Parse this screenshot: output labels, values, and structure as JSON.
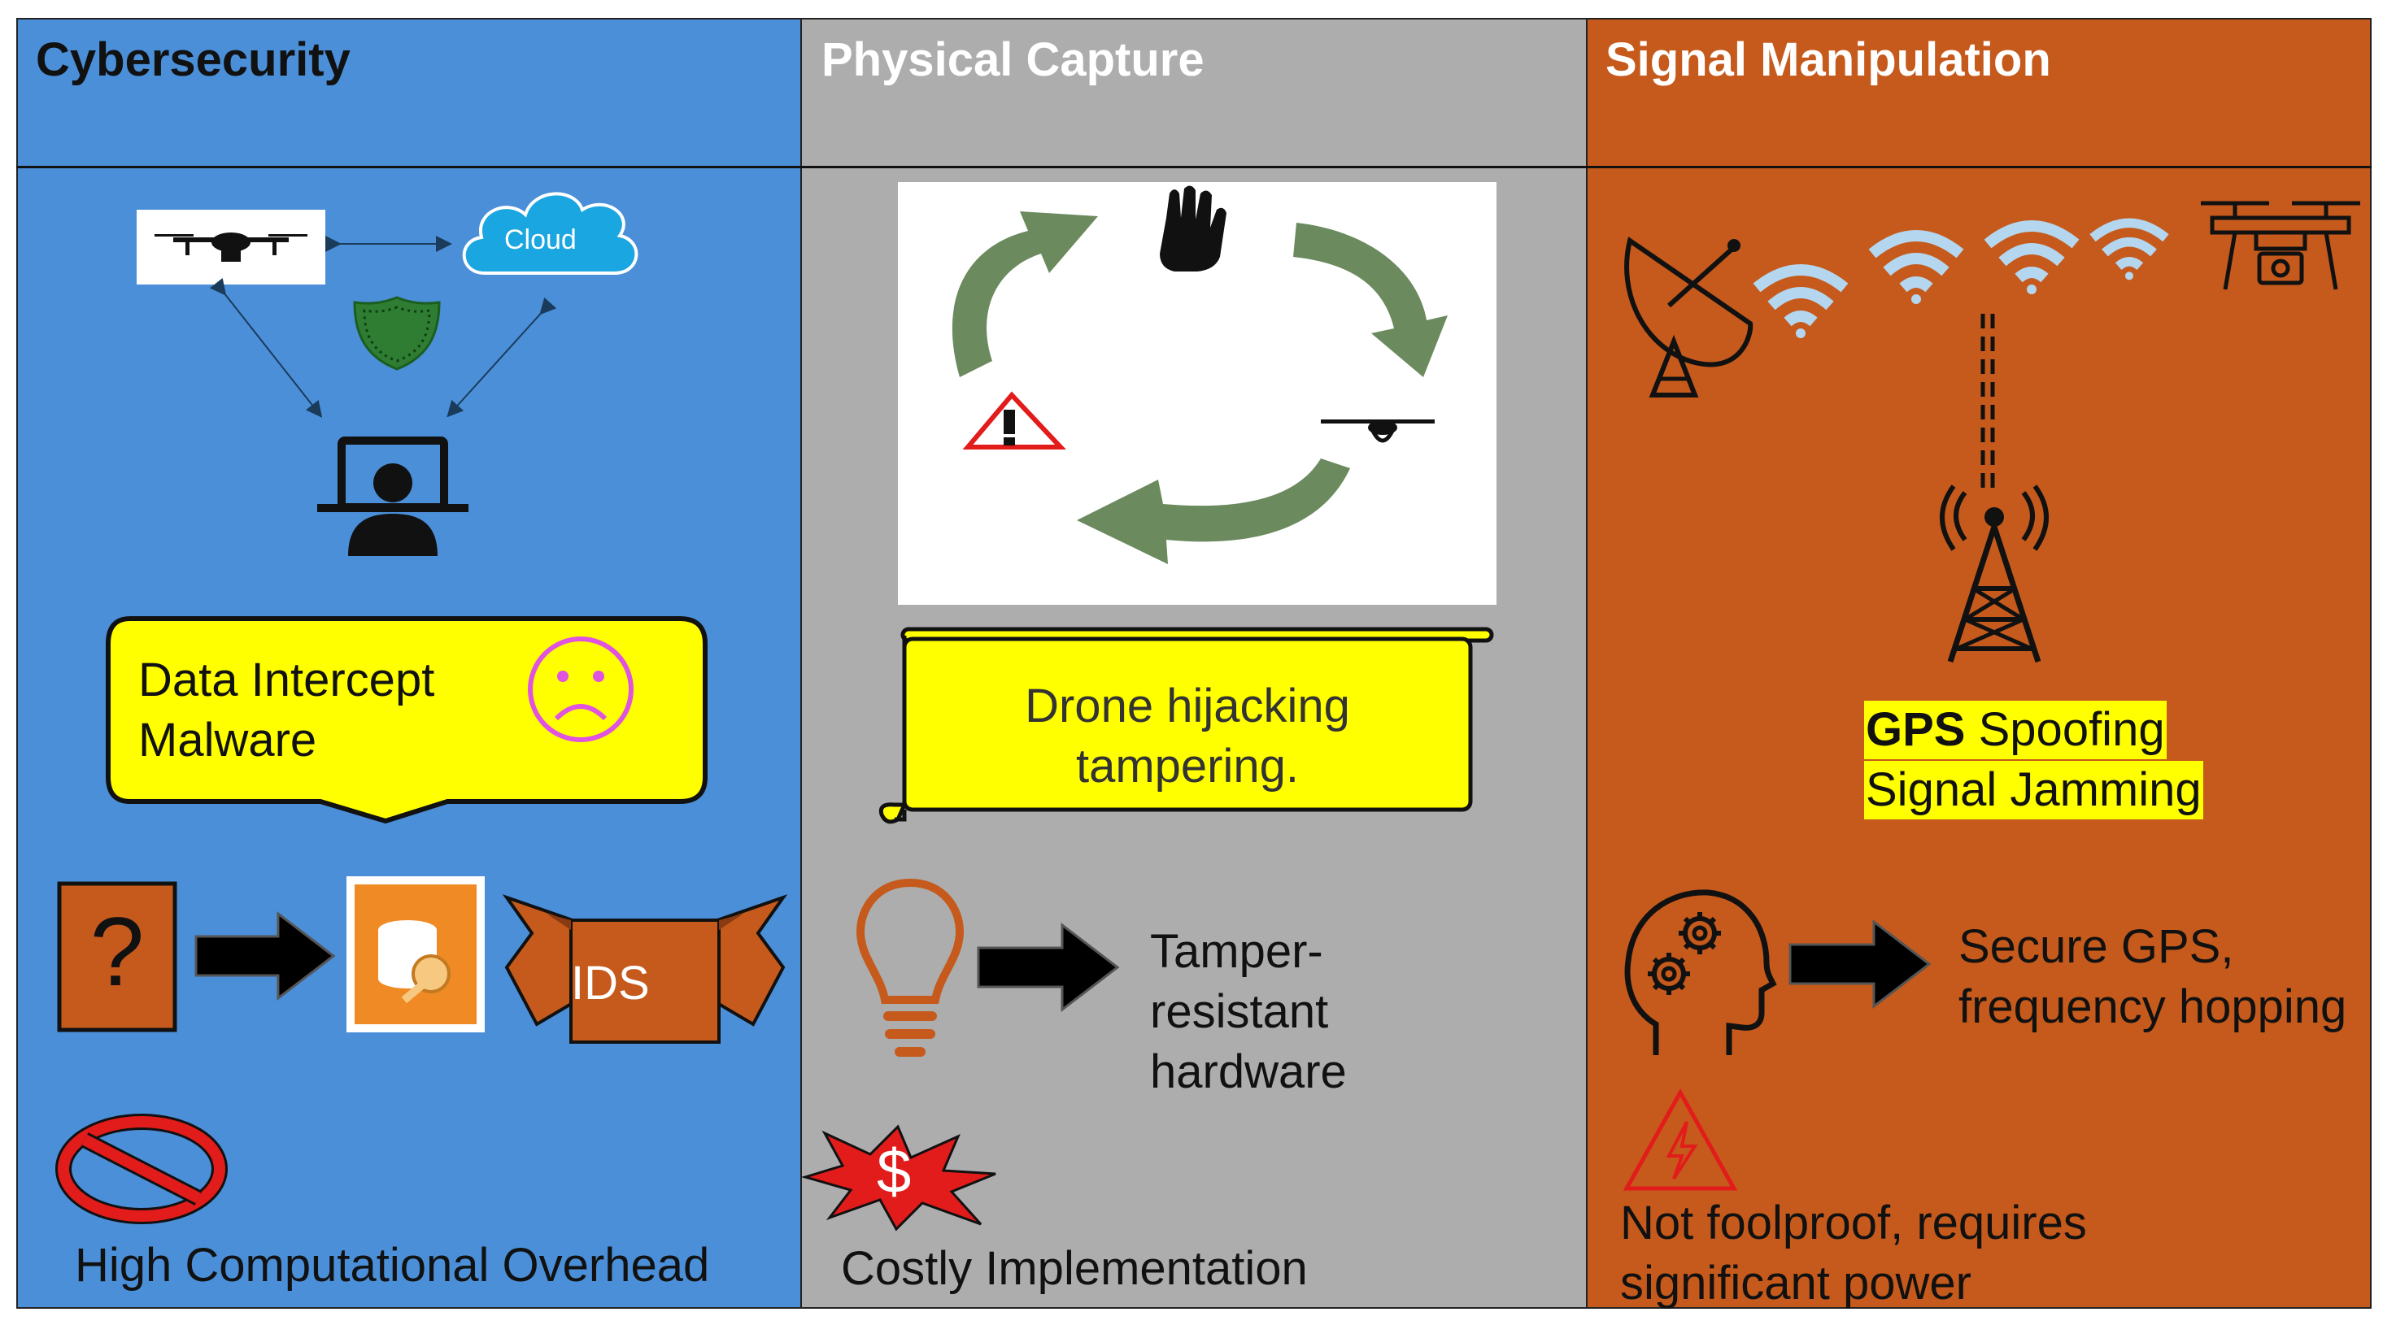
{
  "columns": [
    {
      "title": "Cybersecurity",
      "cloud_label": "Cloud",
      "threat_lines": [
        "Data Intercept",
        "Malware"
      ],
      "solution_label": "IDS",
      "drawback": "High Computational Overhead",
      "bg_color": "#4a8fd8"
    },
    {
      "title": "Physical Capture",
      "threat_lines": [
        "Drone hijacking",
        "tampering."
      ],
      "solution_lines": [
        "Tamper-",
        "resistant",
        "hardware"
      ],
      "cost_symbol": "$",
      "drawback": "Costly Implementation",
      "bg_color": "#adadad"
    },
    {
      "title": "Signal Manipulation",
      "threat_bold": "GPS",
      "threat_line1_rest": " Spoofing",
      "threat_line2": "Signal Jamming",
      "solution_lines": [
        "Secure GPS,",
        "frequency hopping"
      ],
      "drawback_lines": [
        "Not foolproof, requires",
        "significant power"
      ],
      "bg_color": "#c55a1c"
    }
  ],
  "colors": {
    "highlight_yellow": "#ffff00",
    "arrow_green": "#6b8a5e",
    "icon_orange": "#c55a1c",
    "wifi_blue": "#b4d6ee"
  }
}
